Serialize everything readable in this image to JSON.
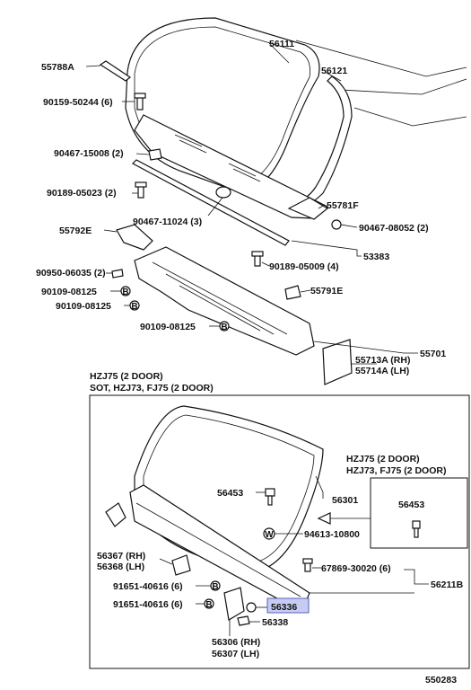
{
  "labels": {
    "p56111": "56111",
    "p56121": "56121",
    "p55788a": "55788A",
    "p90159": "90159-50244 (6)",
    "p90467_15008": "90467-15008 (2)",
    "p90189_05023": "90189-05023 (2)",
    "p90467_11024": "90467-11024 (3)",
    "p55781f": "55781F",
    "p90467_08052": "90467-08052 (2)",
    "p55792e": "55792E",
    "p53383": "53383",
    "p90189_05009": "90189-05009 (4)",
    "p90950": "90950-06035 (2)",
    "p90109_a": "90109-08125",
    "p90109_b": "90109-08125",
    "p55791e": "55791E",
    "p90109_c": "90109-08125",
    "p55701": "55701",
    "p55713a": "55713A (RH)",
    "p55714a": "55714A (LH)"
  },
  "lower": {
    "model_line1": "HZJ75 (2 DOOR)",
    "model_line2": "SOT, HZJ73, FJ75 (2 DOOR)",
    "inset_line1": "HZJ75 (2 DOOR)",
    "inset_line2": "HZJ73, FJ75 (2 DOOR)",
    "inset_part": "56453",
    "p56453": "56453",
    "p56301": "56301",
    "p94613": "94613-10800",
    "p56367": "56367 (RH)",
    "p56368": "56368 (LH)",
    "p67869": "67869-30020 (6)",
    "p56211b": "56211B",
    "p91651_a": "91651-40616 (6)",
    "p91651_b": "91651-40616 (6)",
    "p56336": "56336",
    "p56338": "56338",
    "p56306": "56306 (RH)",
    "p56307": "56307 (LH)",
    "marker_b": "B",
    "marker_w": "W"
  },
  "footer": {
    "diagram_number": "550283"
  }
}
